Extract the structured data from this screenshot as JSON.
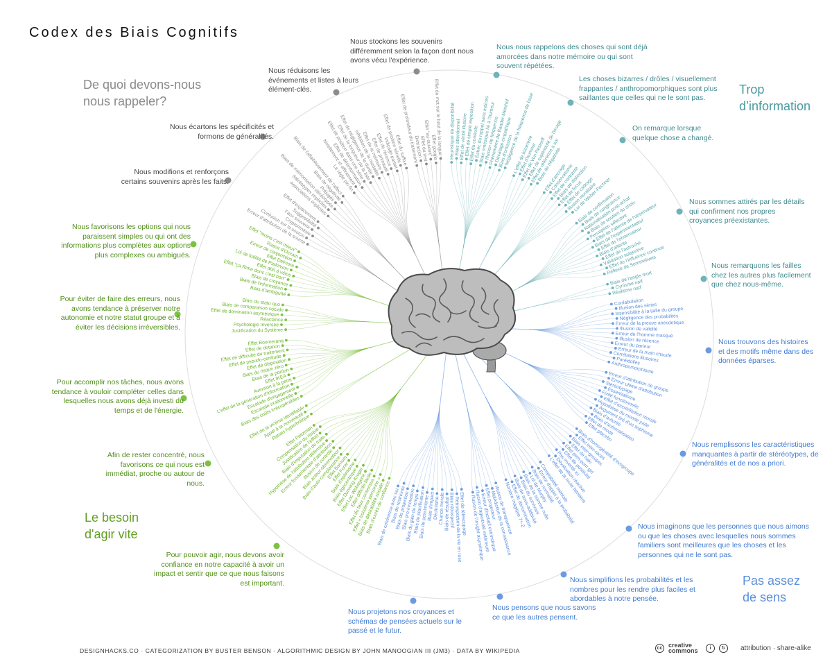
{
  "title": "Codex des Biais Cognitifs",
  "quadrants": {
    "memory": "De quoi devons-nous nous rappeler?",
    "too_much": "Trop d’information",
    "act_fast": "Le besoin d'agir vite",
    "not_enough": "Pas assez de sens"
  },
  "groups": [
    {
      "key": "memory",
      "color": "#8c8c8c",
      "text_color": "#8f8f8f",
      "subgroups": [
        {
          "description": "Nous modifions et renforçons certains souvenirs après les faits.",
          "biases": [
            "Erreur d'attribution de la source",
            "Confusion sur la source",
            "Cryptomnésie",
            "Faux souvenir",
            "Suggestibilité",
            "Effet d'espacement"
          ]
        },
        {
          "description": "Nous écartons les spécificités et formons de généralités.",
          "biases": [
            "Associations implicites",
            "Stéréotypes implicites",
            "Biais de mémorisation stéréotypée",
            "Préjugés",
            "Biais de négativité",
            "Biais de l'affaiblissement de l'affect"
          ]
        },
        {
          "description": "Nous réduisons les événements et listes à leurs élément-clés.",
          "biases": [
            "La règle pic-fin",
            "Nivellement et affinement",
            "Effet de désinformation",
            "Effet de position dans une série",
            "Effet de la longueur de la liste",
            "Effet de négligence de la durée",
            "Inhibition de la modalité",
            "Effet de la mémoire",
            "Effet de primauté",
            "Effet de récence",
            "Indiçage partiel",
            "Effet de position sérielle",
            "Effet du suffixe"
          ]
        },
        {
          "description": "Nous stockons les souvenirs différemment selon la façon dont nous avons vécu l'expérience.",
          "biases": [
            "Effet de profondeur du traitement",
            "Distraction",
            "Effet du test",
            "Effet \"au-suivant\"",
            "Effet google",
            "Effet du mot sur le bout de la langue"
          ]
        }
      ]
    },
    {
      "key": "too_much",
      "color": "#6fb3b8",
      "text_color": "#5aa6ac",
      "subgroups": [
        {
          "description": "Nous nous rappelons des choses qui sont déjà amorcées dans notre mémoire ou qui sont souvent répétées.",
          "biases": [
            "Heuristique de disponibilité",
            "Biais attentionnel",
            "Effet de vérité illusoire",
            "Effet de simple exposition",
            "Effet du contexte",
            "Échec du rappel sans indices",
            "Biais mnésique lié à l'humeur",
            "Illusion de fréquence",
            "Phénomène de Baader-Meinhof",
            "Décalage empathique",
            "Biais d'omission",
            "Négligence de la fréquence de base"
          ]
        },
        {
          "description": "Les choses bizarres / drôles / visuellement frappantes / anthropomorphiques sont plus saillantes que celles qui ne le sont pas.",
          "biases": [
            "L'effet de bizarrerie",
            "Effet d'humour",
            "Effet de Von Restorff",
            "Effet de supériorité de l'image",
            "Effet de référence à soi",
            "Biais de négativité"
          ]
        },
        {
          "description": "On remarque lorsque quelque chose a changé.",
          "biases": [
            "Effet d'ancrage",
            "Conservatisme",
            "Effet de contraste",
            "Biais de distinction",
            "Effet de focus",
            "Effet de cadrage",
            "Illusion monétaire",
            "Loi de Weber-Fechner"
          ]
        },
        {
          "description": "Nous sommes attirés par les détails qui confirment nos propres croyances préexistantes.",
          "biases": [
            "Biais de confirmation",
            "Biais de congruence",
            "Rationalisation post-achat",
            "Biais de soutien du choix",
            "Perception sélective",
            "Effet de l'attente de l'observateur",
            "Biais de l'expérimentateur",
            "Effet de l'observateur",
            "Biais d'attente",
            "Effet de l'autruche",
            "Validation subjective",
            "Effet de l'influence continue",
            "Réflexe de Semmelweis"
          ]
        },
        {
          "description": "Nous remarquons les failles chez les autres plus facilement que chez nous-même.",
          "biases": [
            "Biais de l'angle mort",
            "Cynisme naïf",
            "Réalisme naïf"
          ]
        }
      ]
    },
    {
      "key": "not_enough",
      "color": "#6a9be0",
      "text_color": "#5b8fdc",
      "subgroups": [
        {
          "description": "Nous trouvons des histoires et des motifs même dans des données éparses.",
          "biases": [
            "Confabulation",
            "Illusion des séries",
            "Insensibilité à la taille du groupe",
            "Négligence des probabilités",
            "Erreur de la preuve anecdotique",
            "Illusion de validité",
            "Erreur de l'homme masqué",
            "Illusion de récence",
            "Erreur du parieur",
            "Erreur de la main chaude",
            "Corrélations illusoires",
            "Paréidolies",
            "Anthropomorphisme"
          ]
        },
        {
          "description": "Nous remplissons les caractéristiques manquantes à partir de stéréotypes, de généralités et de nos a priori.",
          "biases": [
            "Erreur d'attribution de groupe",
            "Erreur ultime d'attribution",
            "Stéréotypage",
            "Essentialisme",
            "Fixité fonctionnelle",
            "Effet d'accréditation morale",
            "Hypothèse du monde juste",
            "Argument tiré d'un sophisme",
            "Biais d'autorité",
            "Biais d'automatisation",
            "Effet de mode",
            "Effet placebo"
          ]
        },
        {
          "description": "Nous imaginons que les personnes que nous aimons ou que les choses avec lesquelles nous sommes familiers sont meilleures que les choses et les personnes qui ne le sont pas.",
          "biases": [
            "Biais d'homogénéité d'exogroupe",
            "Effet inter-races",
            "Biais inter-groupes",
            "Effet de halo",
            "Effet pom-pom girl",
            "Effet de positivité",
            "Pas inventé ici",
            "Dévaluation réactive",
            "L'effet de la route familière"
          ]
        },
        {
          "description": "Nous simplifions les probabilités et les nombres pour les rendre plus faciles et abordables à notre pensée.",
          "biases": [
            "Comptabilité mentale",
            "Erreur d'appel à la probabilité",
            "Biais de normalité",
            "Loi de Murphy",
            "Biais de la somme nulle",
            "Biais du survivant",
            "Biais de sous-additivité",
            "Effet de dénomination",
            "Nombre magique 7+-2"
          ]
        },
        {
          "description": "Nous pensons que nous savons ce que les autres pensent.",
          "biases": [
            "Illusion de transparence",
            "Malédiction de la connaissance",
            "Effet projecteur",
            "Erreur d'incitatif extrinsèque",
            "Illusion d'agentivité extérieure",
            "Illusion de l'insight asymétrique"
          ]
        },
        {
          "description": "Nous projetons nos croyances et schémas de pensées actuels sur le passé et le futur.",
          "biases": [
            "Effet de télescopage",
            "Rétrospection de la vie en rose",
            "Biais rétrospectif",
            "Biais de résultat",
            "Chance morale",
            "Déclinisme",
            "Biais d'impact",
            "Biais de pessimisme",
            "Biais de planification",
            "Biais du gain de temps",
            "Biais pro-innovation",
            "Biais de projection",
            "Biais de restreinte",
            "Biais de cohérence avec soi"
          ]
        }
      ]
    },
    {
      "key": "act_fast",
      "color": "#7cc242",
      "text_color": "#6cb52e",
      "subgroups": [
        {
          "description": "Pour pouvoir agir, nous devons avoir confiance en notre capacité à avoir un impact et sentir que ce que nous faisons est important.",
          "biases": [
            "Biais d'excès de confiance",
            "Biais de désirabilité sociale",
            "Effet « troisième personne »",
            "Effet du faux consensus",
            "Effet difficile-facile",
            "Effet Lac Wobegone",
            "Effet Dunning-Kruger",
            "Biais égocentrique",
            "Biais d'optimisme",
            "Effet Forer",
            "Effet Barnum",
            "Biais d'auto-complaisance",
            "Biais acteur-observateur",
            "Illusion de contrôle",
            "Erreur fondamentale d'attribution",
            "Hypothèse de l'attribution défensive",
            "Biais d'imputation de traits",
            "Justification de l'effort",
            "Compensation du risque",
            "Effet Peltzman"
          ]
        },
        {
          "description": "Afin de rester concentré, nous favorisons ce qui nous est immédiat, proche ou autour de nous.",
          "biases": [
            "Rabais hyperbolique",
            "Appel à la nouveauté",
            "Effet de la victime identifiable"
          ]
        },
        {
          "description": "Pour accomplir nos tâches, nous avons tendance à vouloir compléter celles dans lesquelles nous avons déjà investi du temps et de l'énergie.",
          "biases": [
            "Biais des coûts irrécupérables",
            "Escalade irrationnelle",
            "Escalade d'engagement",
            "L'effet de la génération d'information",
            "Aversion à la perte",
            "Effet IKEA",
            "Biais de la portion",
            "Biais du risque zéro",
            "Effet de disposition",
            "Effet de pseudo-certitude",
            "Effet de difficulté du traitement",
            "Effet de dotation",
            "Effet Boomerang"
          ]
        },
        {
          "description": "Pour éviter de faire des erreurs, nous avons tendance à préserver notre autonomie et notre statut groupe et à éviter les décisions irréversibles.",
          "biases": [
            "Justification du Système",
            "Psychologie Inversée",
            "Réactance",
            "Effet de domination asymétrique",
            "Biais de comparaison sociale",
            "Biais du statu quo"
          ]
        },
        {
          "description": "Nous favorisons les options qui nous paraissent simples ou qui ont des informations plus complètes aux options plus complexes ou ambiguës.",
          "biases": [
            "Biais d'ambiguïté",
            "Biais de l'information",
            "Biais de croyance",
            "Effet \"ça Rime donc c'est bon\"",
            "Effet abri à vélos",
            "Loi de futilité de Parkinson",
            "Effet Delmore",
            "Erreur de conjonction",
            "Rasoir d'Occam",
            "Effet \"moins c'est mieux\""
          ]
        }
      ]
    }
  ],
  "footer": "DESIGNHACKS.CO · CATEGORIZATION BY BUSTER BENSON · ALGORITHMIC DESIGN BY JOHN MANOOGIAN III (JM3) · DATA BY WIKIPEDIA",
  "license": {
    "logo_text": "creative commons",
    "cc_mark": "cc",
    "label": "attribution · share-alike"
  }
}
